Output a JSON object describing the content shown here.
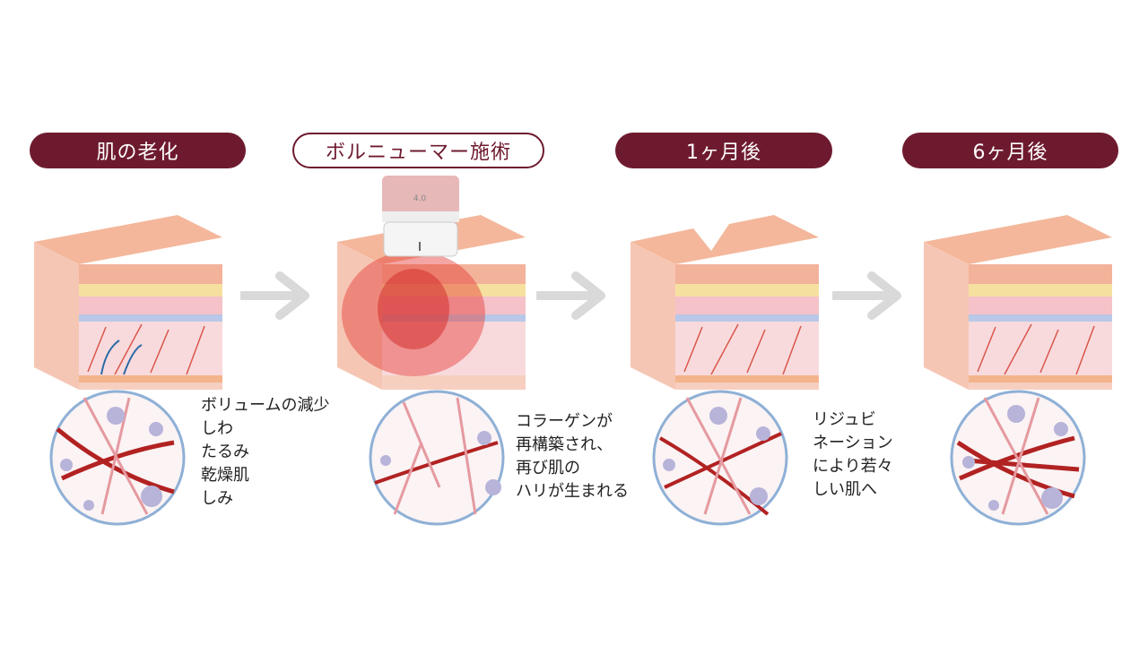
{
  "steps": [
    {
      "label": "肌の老化",
      "style": "dark"
    },
    {
      "label": "ボルニューマー施術",
      "style": "light"
    },
    {
      "label": "1ヶ月後",
      "style": "dark"
    },
    {
      "label": "6ヶ月後",
      "style": "dark"
    }
  ],
  "descriptions": {
    "aging": "ボリュームの減少\nしわ\nたるみ\n乾燥肌\nしみ",
    "treatment": "コラーゲンが\n再構築され、\n再び肌の\nハリが生まれる",
    "one_month": "リジュビ\nネーション\nにより若々\nしい肌へ"
  },
  "device": {
    "label": "4.0"
  },
  "colors": {
    "accent": "#6e1a2e",
    "arrow": "#d9d9d9",
    "collagen": "#c0392b",
    "circle_border": "#8fb0d6"
  }
}
